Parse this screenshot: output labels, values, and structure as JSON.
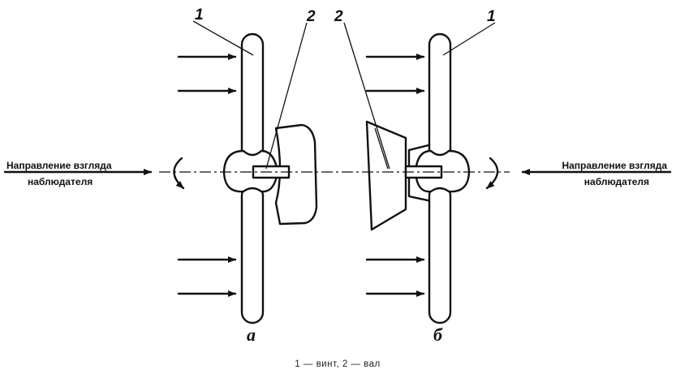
{
  "labels": {
    "left_propeller_num": "1",
    "left_shaft_num": "2",
    "right_shaft_num": "2",
    "right_propeller_num": "1",
    "variant_a": "а",
    "variant_b": "б"
  },
  "direction_left": {
    "line1": "Направление взгляда",
    "line2": "наблюдателя"
  },
  "direction_right": {
    "line1": "Направление взгляда",
    "line2": "наблюдателя"
  },
  "caption": "1 — винт, 2 — вал",
  "colors": {
    "ink": "#111111",
    "background": "#ffffff"
  }
}
